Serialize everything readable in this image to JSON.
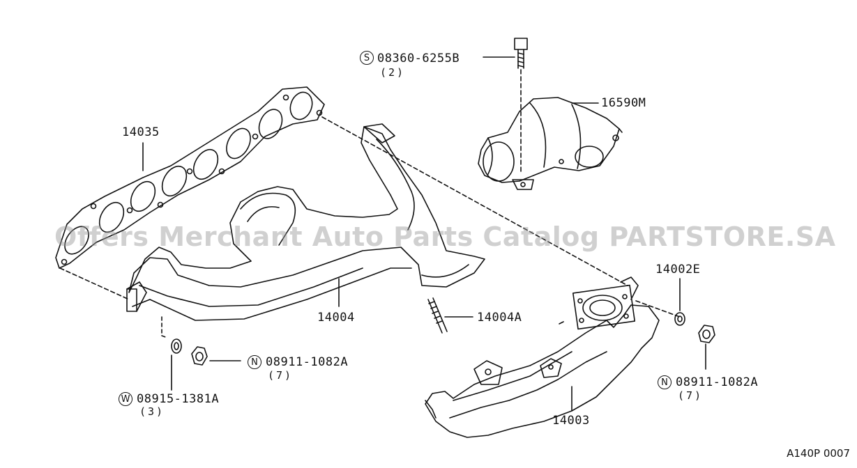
{
  "watermark": "Offers Merchant Auto Parts Catalog PARTSTORE.SA",
  "diagram_code": "A140P 0007",
  "parts": {
    "gasket": {
      "number": "14035"
    },
    "manifold_left": {
      "number": "14004"
    },
    "stud": {
      "number": "14004A"
    },
    "heat_shield": {
      "number": "16590M"
    },
    "manifold_right": {
      "number": "14003"
    },
    "washer_right": {
      "number": "14002E"
    }
  },
  "fasteners": {
    "bolt": {
      "symbol": "S",
      "number": "08360-6255B",
      "qty": "(2)"
    },
    "nut_left": {
      "symbol": "N",
      "number": "08911-1082A",
      "qty": "(7)"
    },
    "washer_left": {
      "symbol": "W",
      "number": "08915-1381A",
      "qty": "(3)"
    },
    "nut_right": {
      "symbol": "N",
      "number": "08911-1082A",
      "qty": "(7)"
    }
  }
}
